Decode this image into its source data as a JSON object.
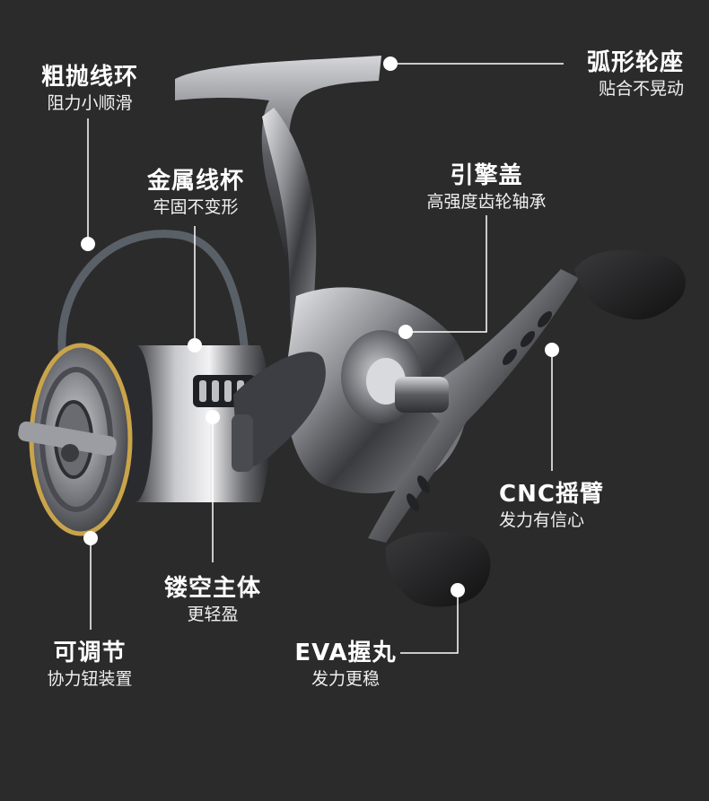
{
  "features": [
    {
      "id": "line-roller",
      "title": "粗抛线环",
      "subtitle": "阻力小顺滑"
    },
    {
      "id": "metal-spool",
      "title": "金属线杯",
      "subtitle": "牢固不变形"
    },
    {
      "id": "reel-seat",
      "title": "弧形轮座",
      "subtitle": "贴合不晃动"
    },
    {
      "id": "engine-cover",
      "title": "引擎盖",
      "subtitle": "高强度齿轮轴承"
    },
    {
      "id": "cnc-arm",
      "title": "CNC摇臂",
      "subtitle": "发力有信心"
    },
    {
      "id": "hollow-body",
      "title": "镂空主体",
      "subtitle": "更轻盈"
    },
    {
      "id": "drag-knob",
      "title": "可调节",
      "subtitle": "协力钮装置"
    },
    {
      "id": "eva-knob",
      "title": "EVA握丸",
      "subtitle": "发力更稳"
    }
  ],
  "colors": {
    "background": "#2b2b2b",
    "callout_line": "#ffffff",
    "accent_gold": "#c9a44a"
  }
}
